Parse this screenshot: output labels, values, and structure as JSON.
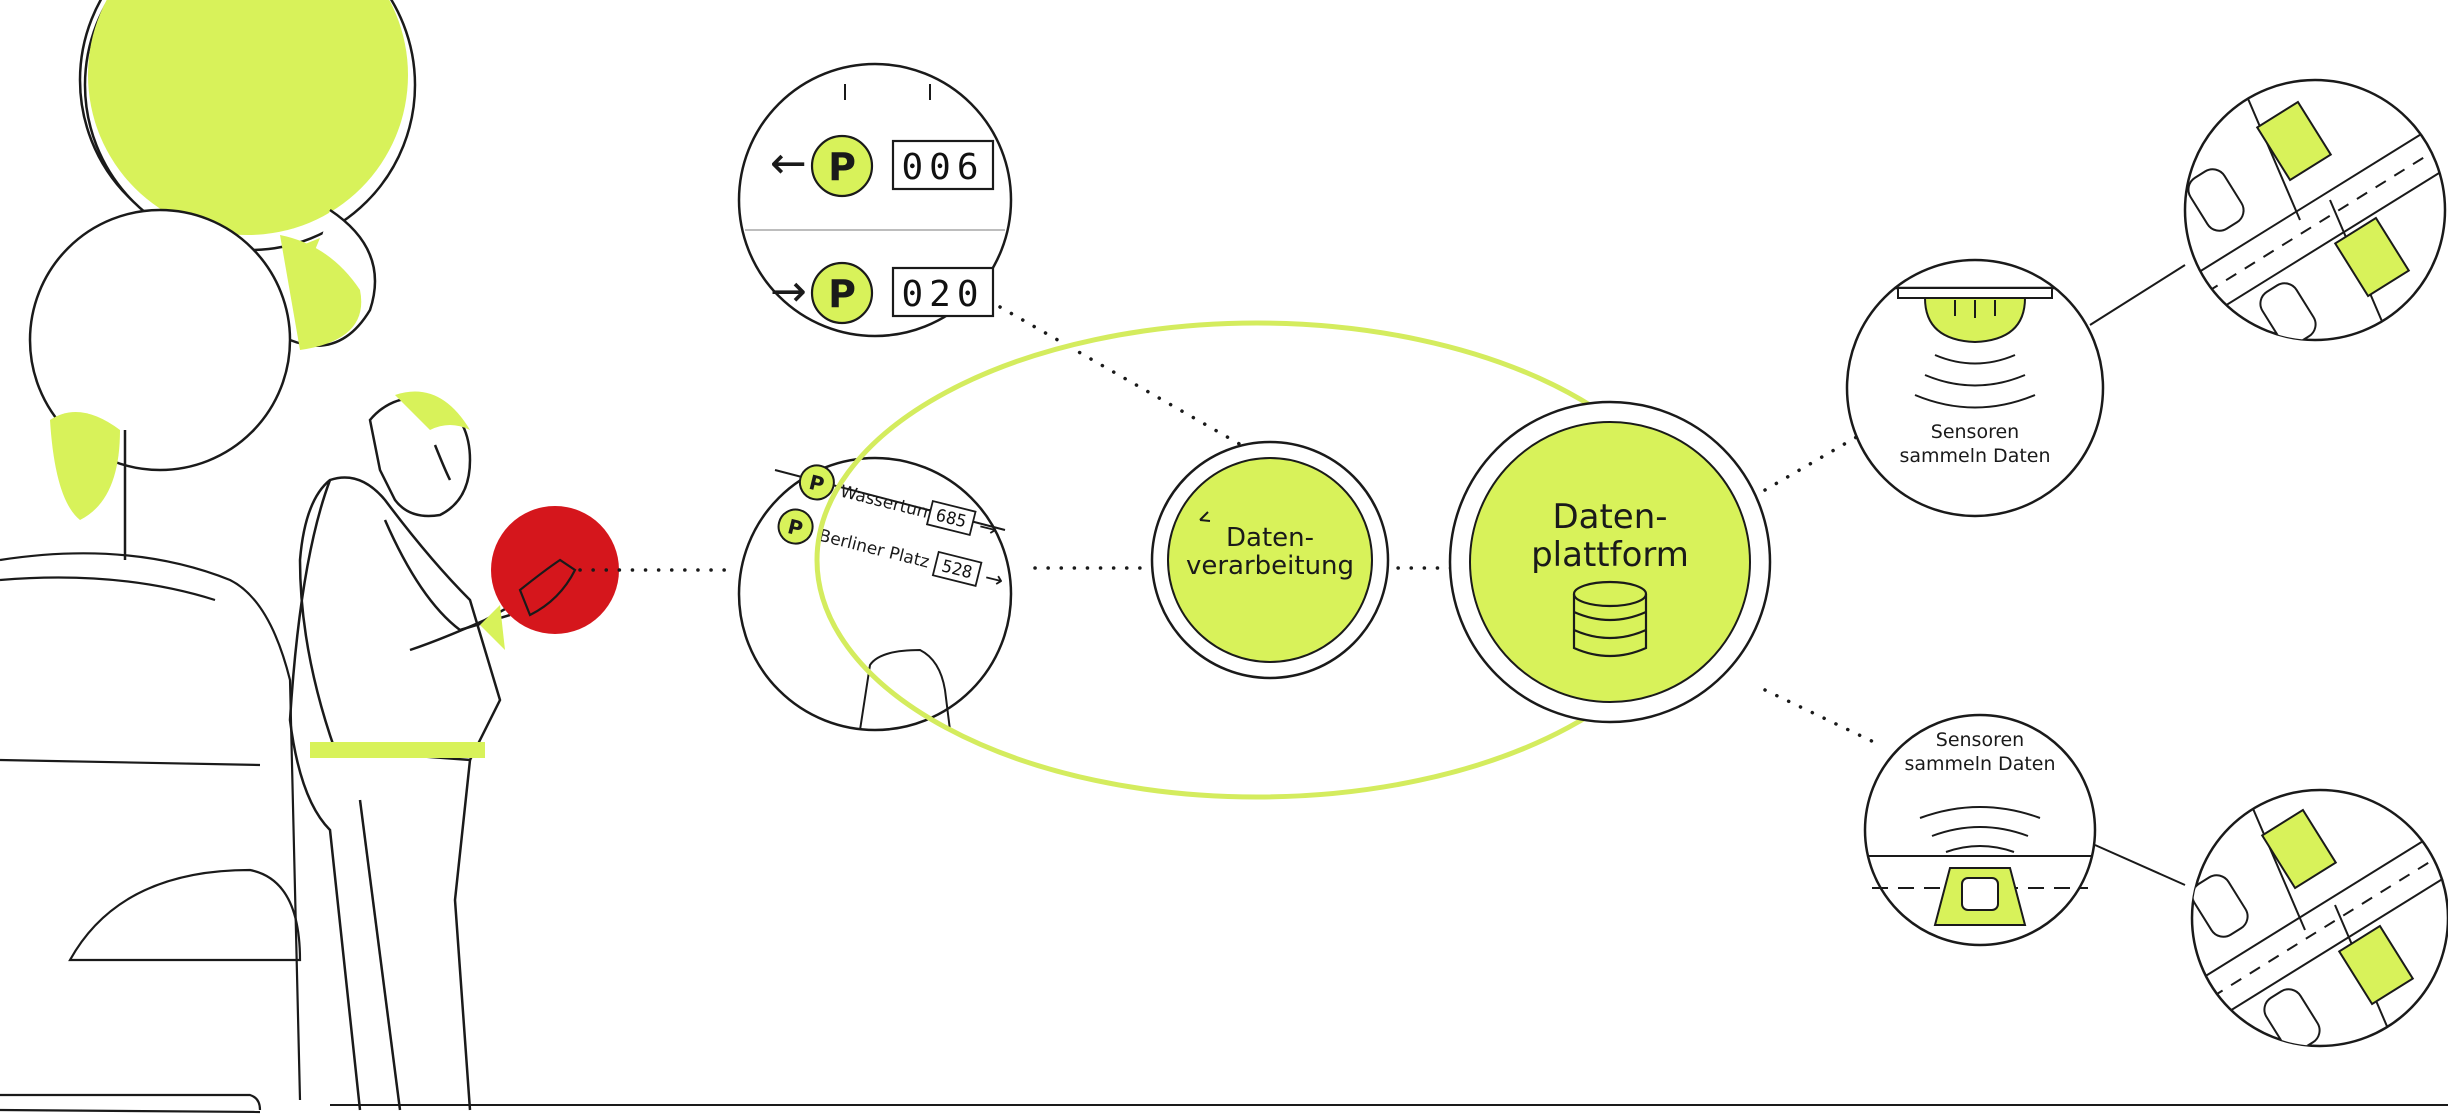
{
  "colors": {
    "accent": "#d8f25a",
    "accent_stroke": "#cde64a",
    "highlight_ring": "#d4ec5e",
    "red_marker": "#d5161c",
    "line": "#1a1a1a",
    "background": "#ffffff"
  },
  "parking_sign": {
    "arrow_left": "←",
    "arrow_right": "→",
    "p_label": "P",
    "count_top": "006",
    "count_bottom": "020"
  },
  "phone_list": {
    "p_label": "P",
    "row1_name": "Wasserturm",
    "row1_count": "685",
    "row2_name": "Berliner Platz",
    "row2_count": "528",
    "arrow": "→"
  },
  "processing": {
    "line1": "Daten-",
    "line2": "verarbeitung"
  },
  "platform": {
    "line1": "Daten-",
    "line2": "plattform",
    "icon": "database-icon"
  },
  "sensor_ceiling": {
    "line1": "Sensoren",
    "line2": "sammeln Daten"
  },
  "sensor_ground": {
    "line1": "Sensoren",
    "line2": "sammeln Daten"
  }
}
